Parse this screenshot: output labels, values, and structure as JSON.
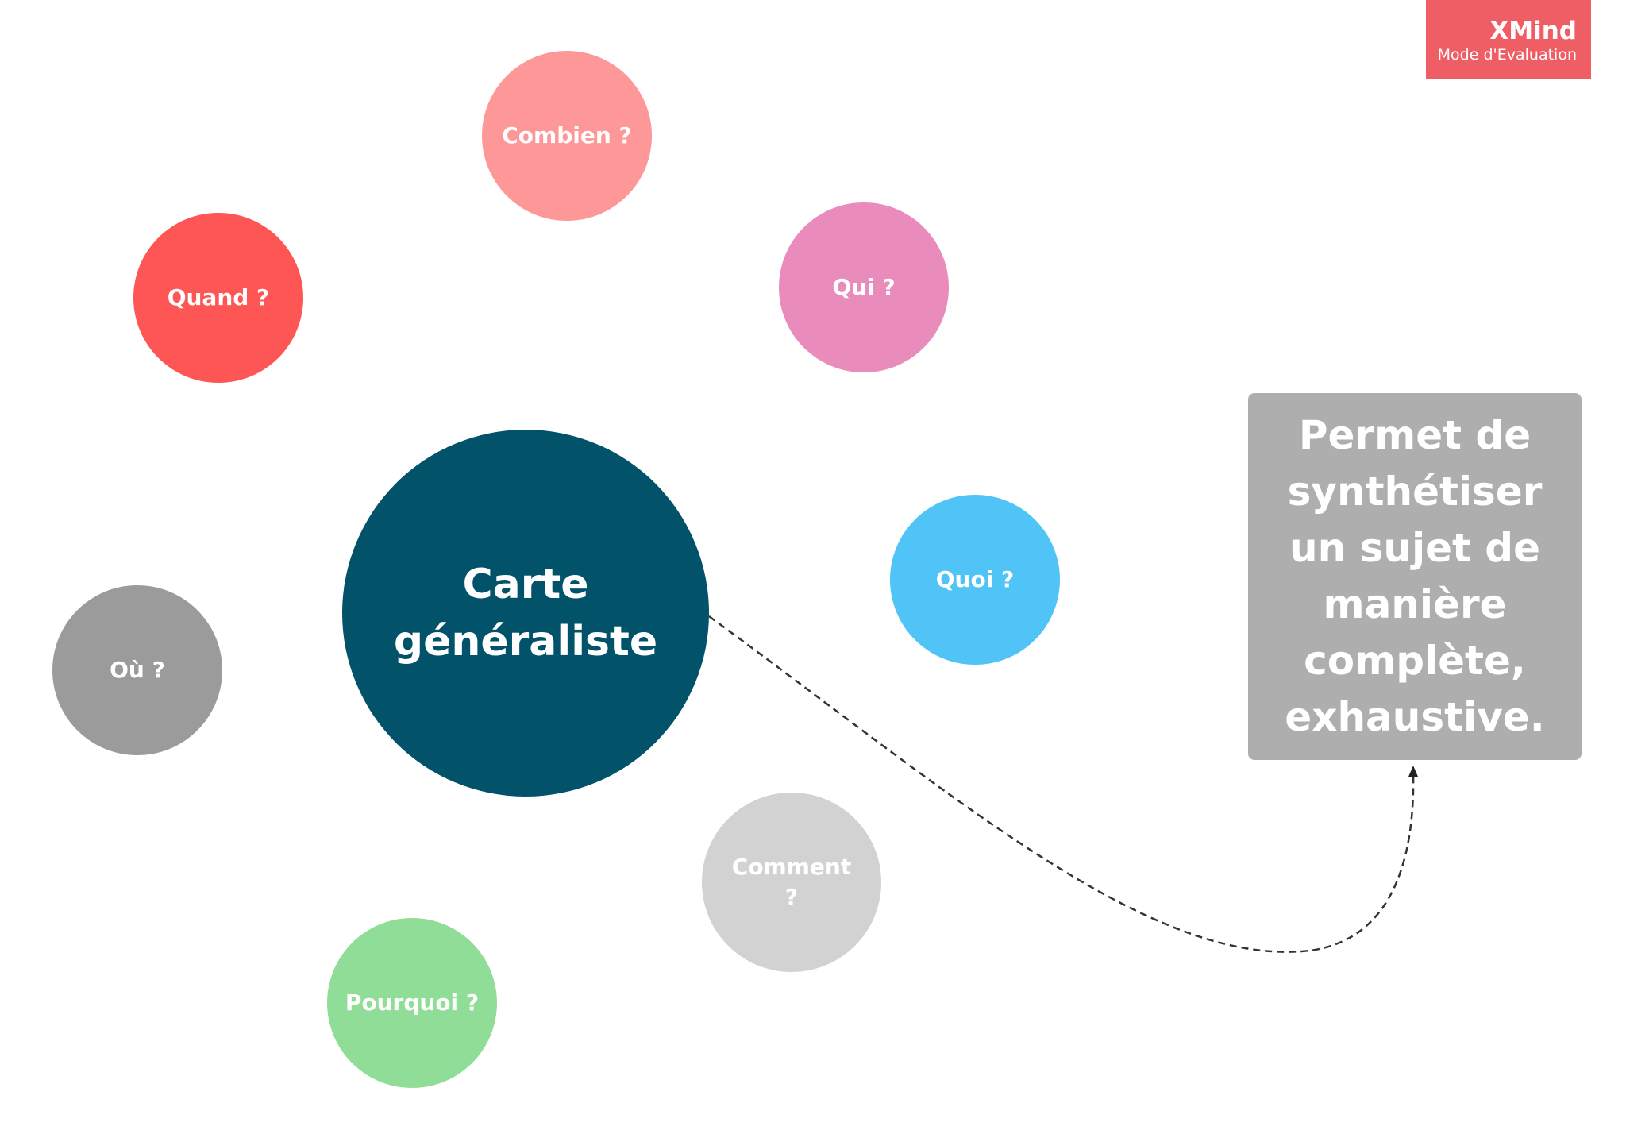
{
  "watermark": {
    "title": "XMind",
    "subtitle": "Mode d'Evaluation",
    "color": "#ef5d65"
  },
  "central_topic": {
    "label": "Carte généraliste",
    "color": "#02536a"
  },
  "topics": {
    "combien": {
      "label": "Combien ?",
      "color": "#fe9797"
    },
    "quand": {
      "label": "Quand ?",
      "color": "#fe5555"
    },
    "qui": {
      "label": "Qui ?",
      "color": "#e98bbb"
    },
    "quoi": {
      "label": "Quoi ?",
      "color": "#51c4f7"
    },
    "ou": {
      "label": "Où ?",
      "color": "#9b9b9b"
    },
    "comment": {
      "label": "Comment ?",
      "color": "#d2d2d2"
    },
    "pourquoi": {
      "label": "Pourquoi ?",
      "color": "#90dd98"
    }
  },
  "note": {
    "text": "Permet de synthétiser un sujet de manière complète, exhaustive.",
    "color": "#aeaeae"
  }
}
